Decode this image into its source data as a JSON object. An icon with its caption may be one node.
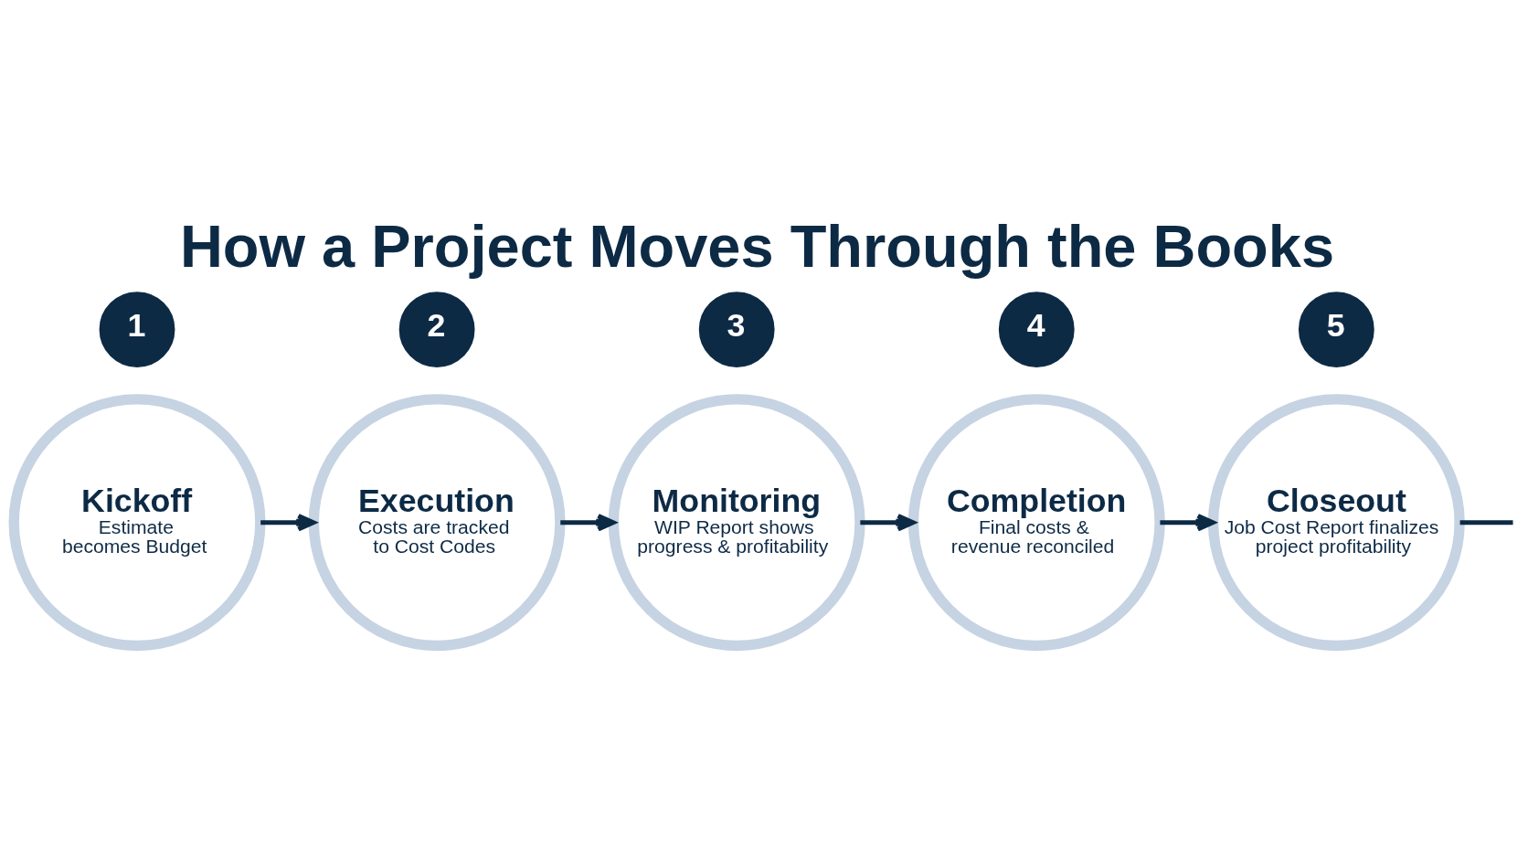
{
  "diagram": {
    "title": "How a Project Moves Through the Books",
    "nodes": [
      {
        "text": [
          "1"
        ]
      },
      {
        "text": [
          "Kickoff",
          "Estimate becomes Budget"
        ]
      },
      {
        "text": [
          "2"
        ]
      },
      {
        "text": [
          "Execution",
          "Costs are tracked to Cost Codes"
        ]
      },
      {
        "text": [
          "3"
        ]
      },
      {
        "text": [
          "Monitoring",
          "WIP Report shows progress & profitability"
        ]
      },
      {
        "text": [
          "4"
        ]
      },
      {
        "text": [
          "Completion",
          "Final costs & revenue reconciled"
        ]
      },
      {
        "text": [
          "5"
        ]
      },
      {
        "text": [
          "Closeout",
          "Job Cost Report finalizes project profitability"
        ]
      }
    ],
    "edges": [
      {
        "from": 1,
        "to": 3,
        "arrow": "to"
      },
      {
        "from": 3,
        "to": 5,
        "arrow": "to"
      },
      {
        "from": 5,
        "to": 7,
        "arrow": "to"
      },
      {
        "from": 7,
        "to": 9,
        "arrow": "to"
      },
      {
        "from": 9,
        "to": null,
        "arrow": "none"
      }
    ]
  }
}
